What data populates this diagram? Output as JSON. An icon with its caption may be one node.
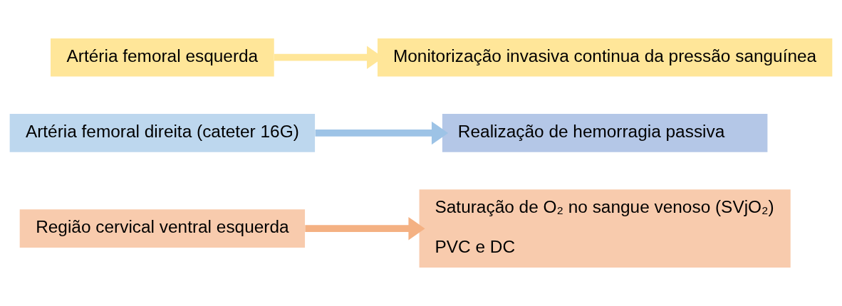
{
  "diagram": {
    "nodes": [
      {
        "text": [
          "Artéria femoral esquerda"
        ]
      },
      {
        "text": [
          "Monitorização invasiva continua da pressão sanguínea"
        ]
      },
      {
        "text": [
          "Artéria femoral direita (cateter 16G)"
        ]
      },
      {
        "text": [
          "Realização de hemorragia passiva"
        ]
      },
      {
        "text": [
          "Região cervical ventral esquerda"
        ]
      },
      {
        "text": [
          "Saturação de O₂ no sangue venoso (SVjO₂)",
          "PVC e DC"
        ]
      }
    ],
    "edges": [
      {
        "from": 0,
        "to": 1,
        "arrow": "to",
        "color": "#ffe699"
      },
      {
        "from": 2,
        "to": 3,
        "arrow": "to",
        "color": "#9dc3e6"
      },
      {
        "from": 4,
        "to": 5,
        "arrow": "to",
        "color": "#f4b183"
      }
    ]
  }
}
